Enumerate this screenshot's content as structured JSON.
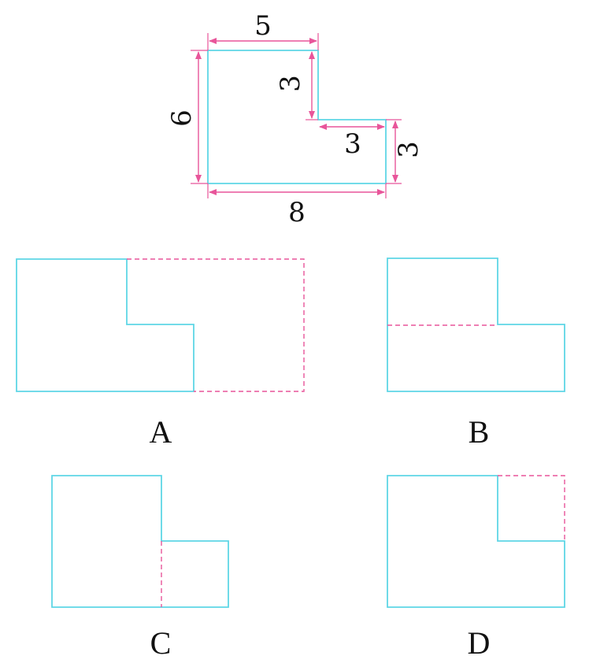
{
  "dimensions": {
    "top_width": "5",
    "notch_depth": "3",
    "notch_width": "3",
    "right_height": "3",
    "left_height": "6",
    "bottom_width": "8"
  },
  "options": {
    "a": "A",
    "b": "B",
    "c": "C",
    "d": "D"
  },
  "colors": {
    "outline": "#5fd6e6",
    "dimension": "#e8559a",
    "text": "#111111"
  }
}
